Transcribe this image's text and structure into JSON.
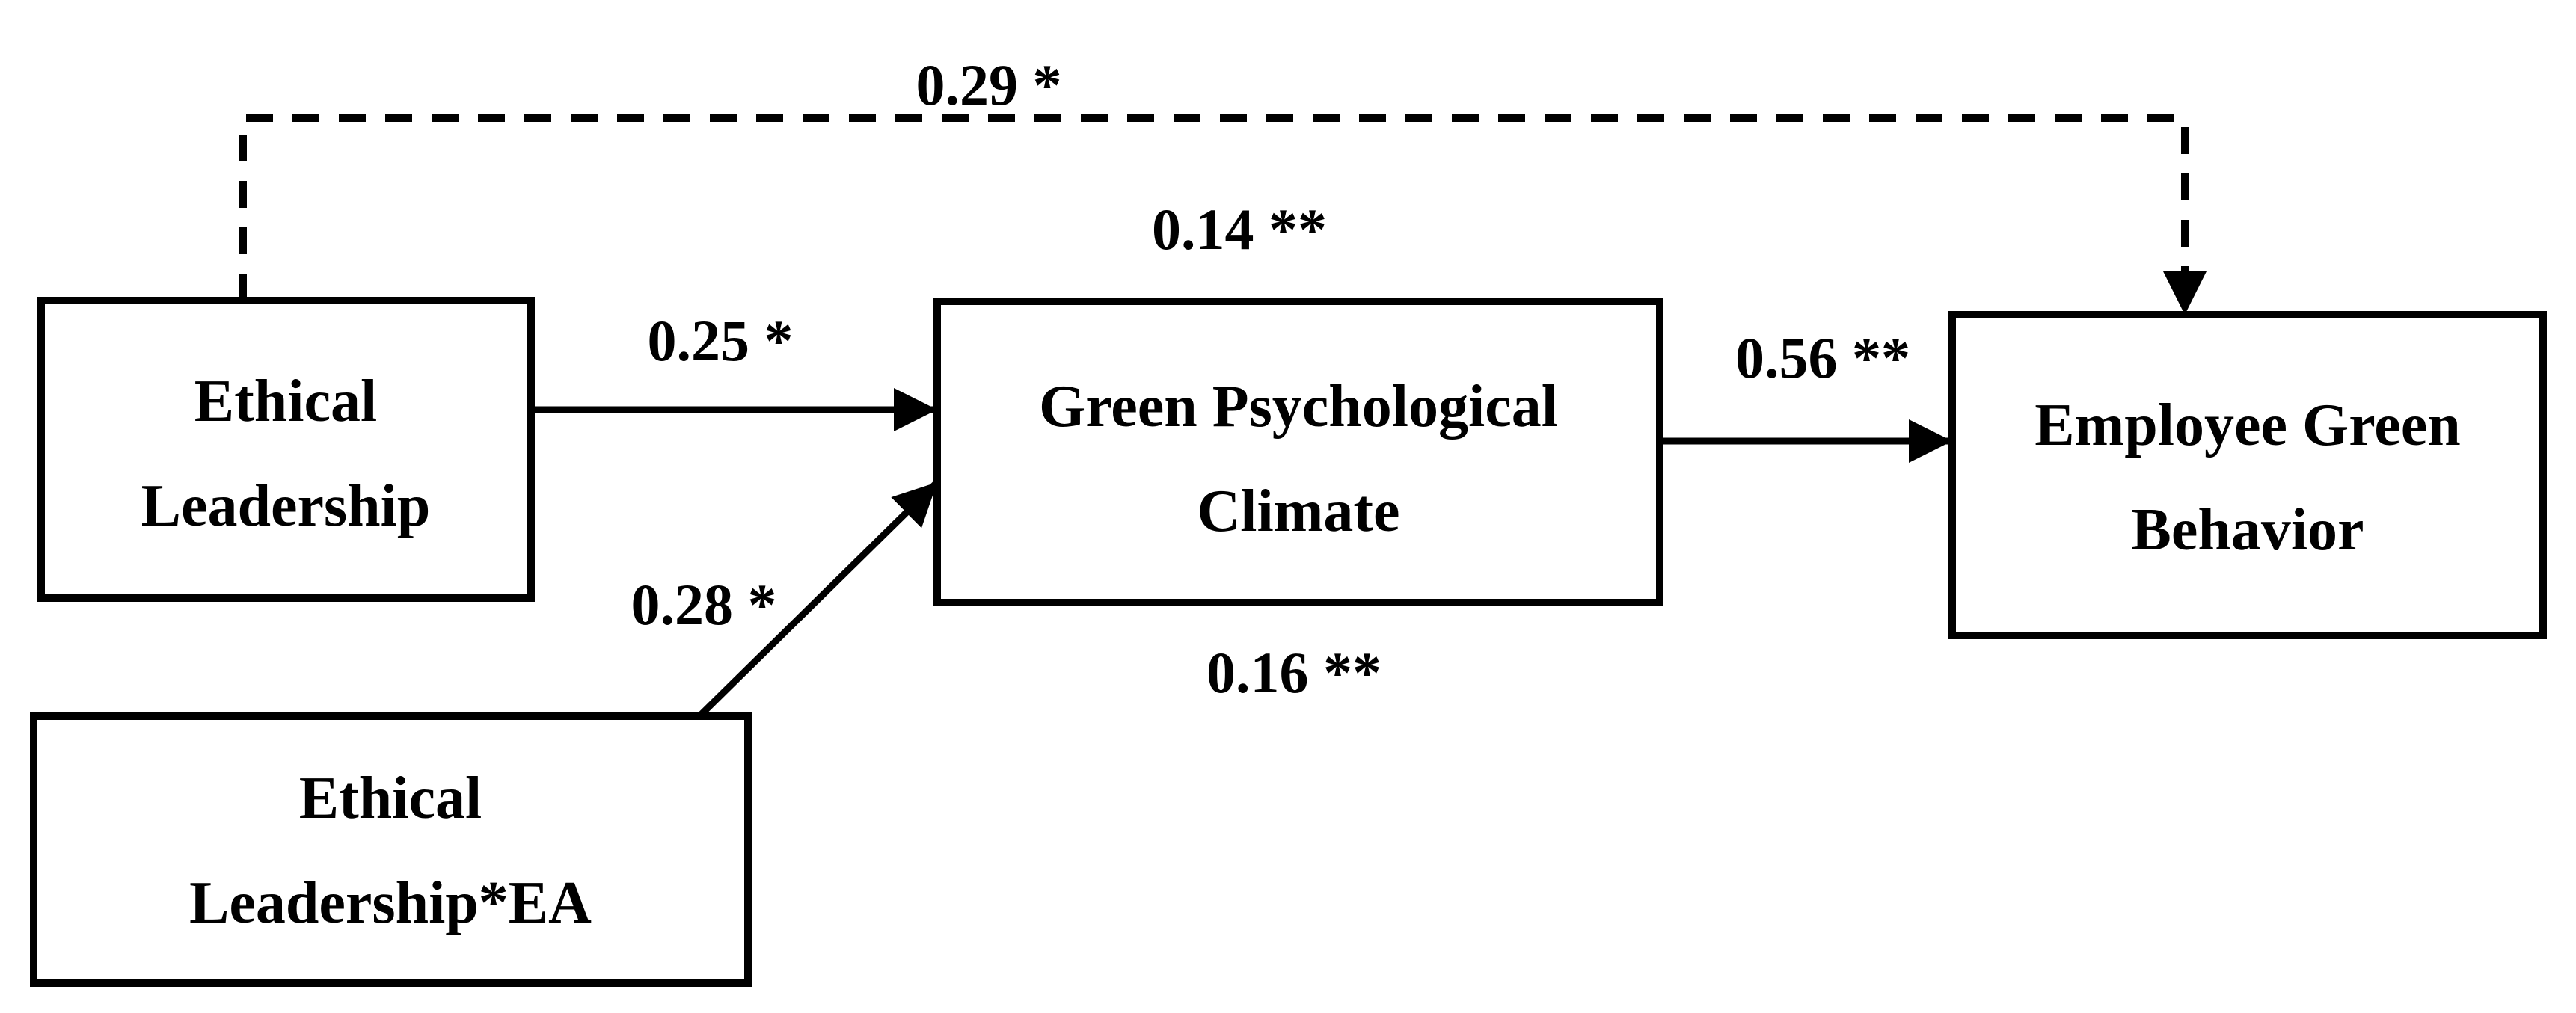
{
  "figure": {
    "type": "path-diagram",
    "colors": {
      "line": "#000000",
      "box_fill": "#ffffff",
      "background": "#ffffff",
      "text": "#000000"
    },
    "boxes": {
      "ethical_leadership": {
        "lines": [
          "Ethical",
          "Leadership"
        ]
      },
      "ethical_leadership_ea": {
        "lines": [
          "Ethical",
          "Leadership*EA"
        ]
      },
      "green_psych_climate": {
        "lines": [
          "Green Psychological",
          "Climate"
        ]
      },
      "employee_green_behavior": {
        "lines": [
          "Employee Green",
          "Behavior"
        ]
      }
    },
    "path_labels": {
      "direct_effect_el_to_egb": "0.29 *",
      "above_mediator": "0.14 **",
      "el_to_gpc": "0.25 *",
      "elea_to_gpc": "0.28 *",
      "gpc_to_egb": "0.56 **",
      "below_mediator": "0.16 **"
    }
  }
}
